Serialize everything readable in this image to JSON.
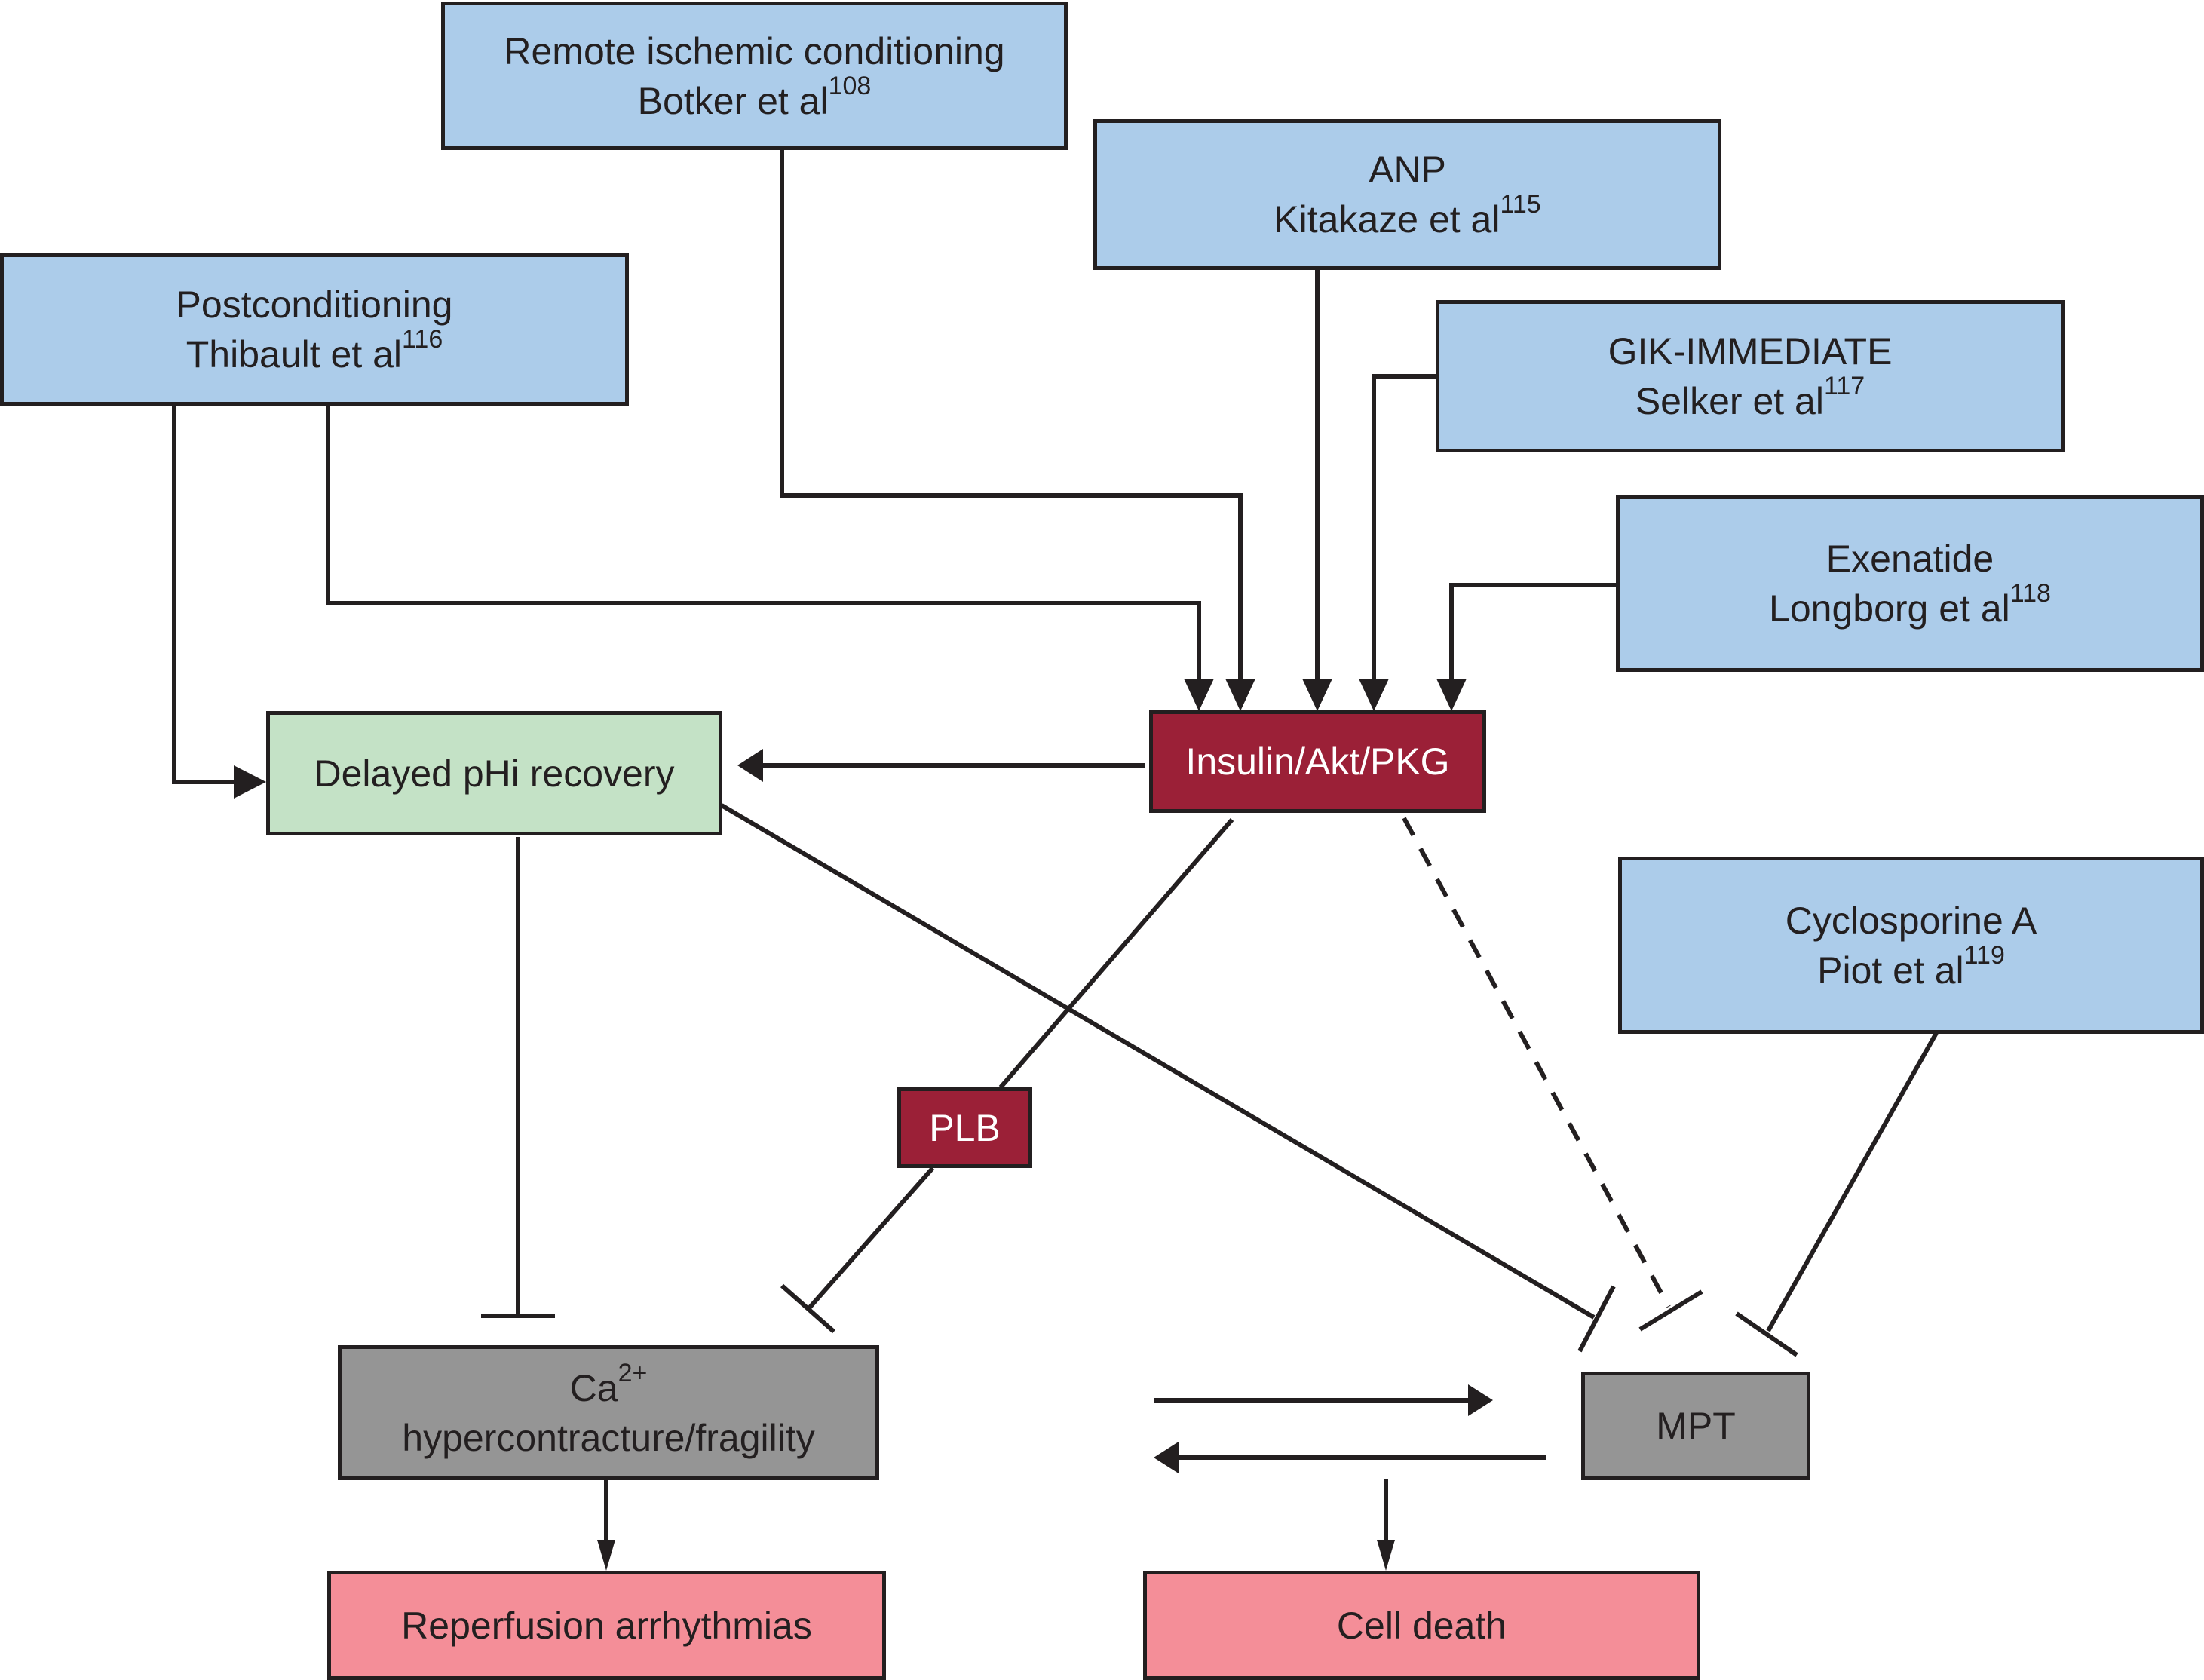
{
  "diagram": {
    "interventions": [
      {
        "id": "remote",
        "title": "Remote ischemic conditioning",
        "author": "Botker et al",
        "ref": "108"
      },
      {
        "id": "anp",
        "title": "ANP",
        "author": "Kitakaze et al",
        "ref": "115"
      },
      {
        "id": "postconditioning",
        "title": "Postconditioning",
        "author": "Thibault et al",
        "ref": "116"
      },
      {
        "id": "gik",
        "title": "GIK-IMMEDIATE",
        "author": "Selker et al",
        "ref": "117"
      },
      {
        "id": "exenatide",
        "title": "Exenatide",
        "author": "Longborg et al",
        "ref": "118"
      },
      {
        "id": "cyclosporine",
        "title": "Cyclosporine A",
        "author": "Piot et al",
        "ref": "119"
      }
    ],
    "mechanisms": {
      "insulin": "Insulin/Akt/PKG",
      "delayed_ph": "Delayed pHi recovery",
      "plb": "PLB",
      "calcium": {
        "ion": "Ca",
        "charge": "2+",
        "label": "hypercontracture/fragility"
      },
      "mpt": "MPT"
    },
    "outcomes": {
      "arrhythmias": "Reperfusion arrhythmias",
      "cell_death": "Cell death"
    },
    "edges": [
      {
        "from": "remote",
        "to": "insulin",
        "type": "activates"
      },
      {
        "from": "postconditioning",
        "to": "insulin",
        "type": "activates"
      },
      {
        "from": "postconditioning",
        "to": "delayed_ph",
        "type": "activates"
      },
      {
        "from": "anp",
        "to": "insulin",
        "type": "activates"
      },
      {
        "from": "gik",
        "to": "insulin",
        "type": "activates"
      },
      {
        "from": "exenatide",
        "to": "insulin",
        "type": "activates"
      },
      {
        "from": "insulin",
        "to": "delayed_ph",
        "type": "activates"
      },
      {
        "from": "insulin",
        "to": "plb",
        "type": "link"
      },
      {
        "from": "plb",
        "to": "calcium",
        "type": "inhibits"
      },
      {
        "from": "delayed_ph",
        "to": "calcium",
        "type": "inhibits"
      },
      {
        "from": "delayed_ph",
        "to": "mpt",
        "type": "inhibits"
      },
      {
        "from": "insulin",
        "to": "mpt",
        "type": "inhibits-dashed"
      },
      {
        "from": "cyclosporine",
        "to": "mpt",
        "type": "inhibits"
      },
      {
        "from": "calcium",
        "to": "mpt",
        "type": "activates"
      },
      {
        "from": "mpt",
        "to": "calcium",
        "type": "activates"
      },
      {
        "from": "calcium",
        "to": "arrhythmias",
        "type": "activates"
      },
      {
        "from": "mpt",
        "to": "cell_death",
        "type": "activates"
      }
    ]
  }
}
